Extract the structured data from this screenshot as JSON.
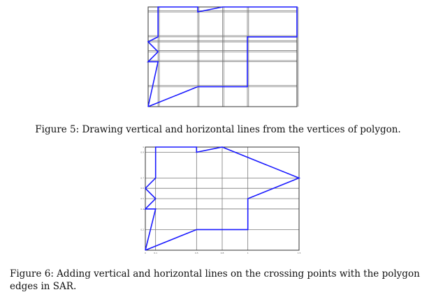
{
  "figure5": {
    "caption": "Figure 5: Drawing vertical and horizontal lines from the vertices of polygon.",
    "polygon": [
      [
        0,
        0
      ],
      [
        0.2,
        0.2
      ],
      [
        0.4,
        0.2
      ],
      [
        0.4,
        0.7
      ],
      [
        0.6,
        0.7
      ],
      [
        0.6,
        1
      ],
      [
        0.3,
        1
      ],
      [
        0.2,
        0.95
      ],
      [
        0.2,
        1
      ],
      [
        0.04,
        1
      ],
      [
        0.04,
        0.7
      ],
      [
        0,
        0.65
      ],
      [
        0.04,
        0.55
      ],
      [
        0,
        0.45
      ],
      [
        0.04,
        0.45
      ],
      [
        0,
        0
      ]
    ],
    "vertical_lines": [
      0.04,
      0.2,
      0.3,
      0.4,
      0.6
    ],
    "horizontal_lines": [
      0.2,
      0.45,
      0.55,
      0.65,
      0.7,
      0.95
    ]
  },
  "figure6": {
    "caption": "Figure 6: Adding vertical and horizontal lines on the crossing points with the polygon edges in SAR.",
    "polygon": [
      [
        0,
        0
      ],
      [
        0.2,
        0.2
      ],
      [
        0.4,
        0.2
      ],
      [
        0.4,
        0.5
      ],
      [
        0.6,
        0.7
      ],
      [
        0.3,
        1
      ],
      [
        0.2,
        0.95
      ],
      [
        0.2,
        1
      ],
      [
        0.04,
        1
      ],
      [
        0.04,
        0.7
      ],
      [
        0,
        0.6
      ],
      [
        0.04,
        0.5
      ],
      [
        0,
        0.4
      ],
      [
        0.04,
        0.4
      ],
      [
        0,
        0
      ]
    ],
    "vertical_lines": [
      0.04,
      0.2,
      0.3,
      0.4,
      0.6
    ],
    "horizontal_lines": [
      0.2,
      0.4,
      0.5,
      0.6,
      0.7,
      0.95
    ],
    "x_tick_labels": [
      "0",
      "0.1",
      "0.5",
      "0.8",
      "1",
      "1.5"
    ],
    "y_tick_labels": [
      "0.2",
      "0.4",
      "0.5",
      "0.6",
      "0.7",
      "0.9",
      "1"
    ]
  }
}
